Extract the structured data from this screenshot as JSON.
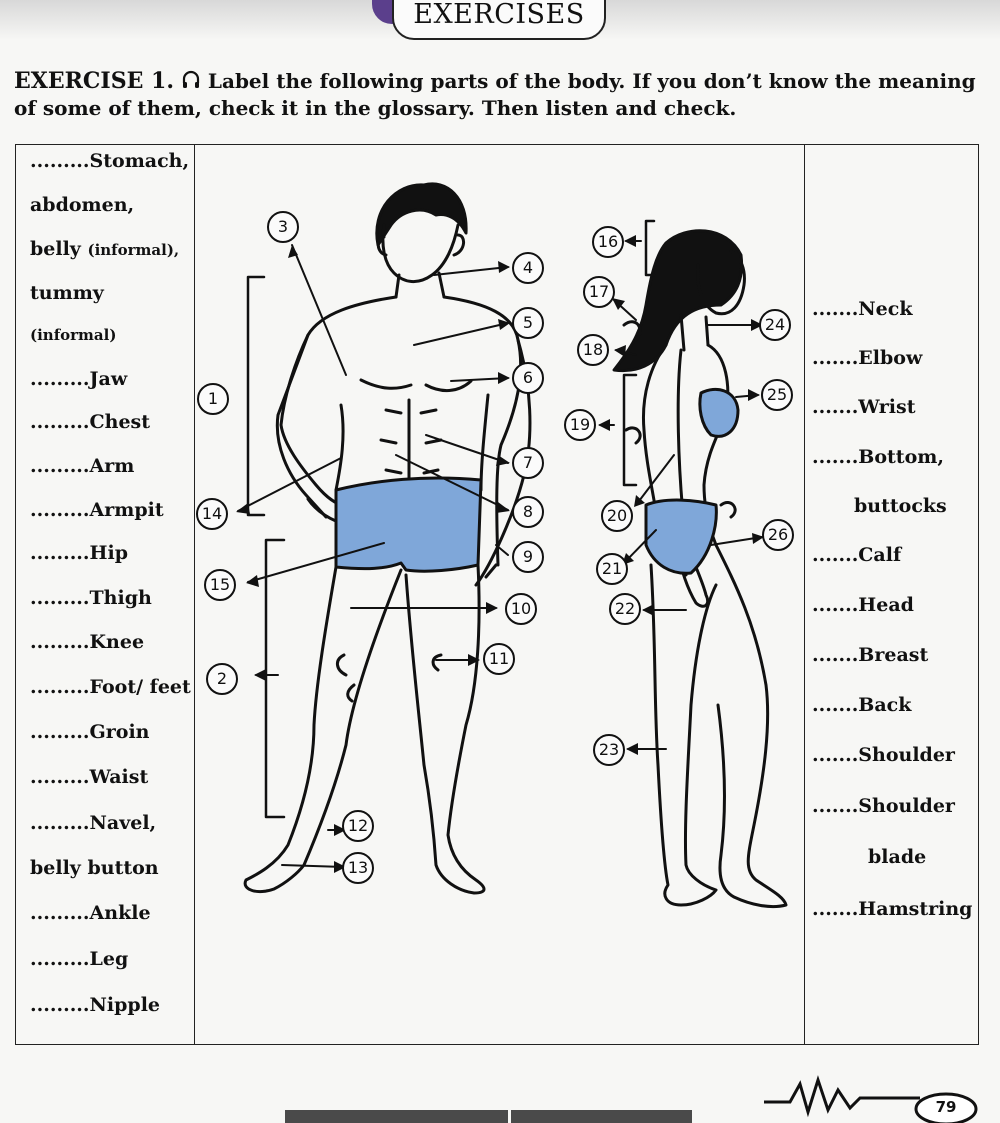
{
  "header": {
    "title": "EXERCISES"
  },
  "exercise": {
    "number_label": "EXERCISE 1.",
    "instruction": "Label the following parts of the body. If you don’t know the meaning of some of them, check it in the glossary. Then listen and check."
  },
  "left_terms": [
    ".........Stomach,",
    "abdomen,",
    "belly",
    "(informal),",
    "tummy",
    "(informal)",
    ".........Jaw",
    ".........Chest",
    ".........Arm",
    ".........Armpit",
    ".........Hip",
    ".........Thigh",
    ".........Knee",
    ".........Foot/ feet",
    ".........Groin",
    ".........Waist",
    ".........Navel,",
    "belly button",
    ".........Ankle",
    ".........Leg",
    ".........Nipple"
  ],
  "right_terms": [
    ".......Neck",
    ".......Elbow",
    ".......Wrist",
    ".......Bottom,",
    "buttocks",
    ".......Calf",
    ".......Head",
    ".......Breast",
    ".......Back",
    ".......Shoulder",
    ".......Shoulder",
    "blade",
    ".......Hamstring"
  ],
  "numbers": [
    "1",
    "2",
    "3",
    "4",
    "5",
    "6",
    "7",
    "8",
    "9",
    "10",
    "11",
    "12",
    "13",
    "14",
    "15",
    "16",
    "17",
    "18",
    "19",
    "20",
    "21",
    "22",
    "23",
    "24",
    "25",
    "26"
  ],
  "page_number": "79",
  "colors": {
    "swimwear": "#7fa7d9",
    "tab": "#5b3f8c",
    "ink": "#111111"
  },
  "icons": [
    "headphones-icon"
  ]
}
